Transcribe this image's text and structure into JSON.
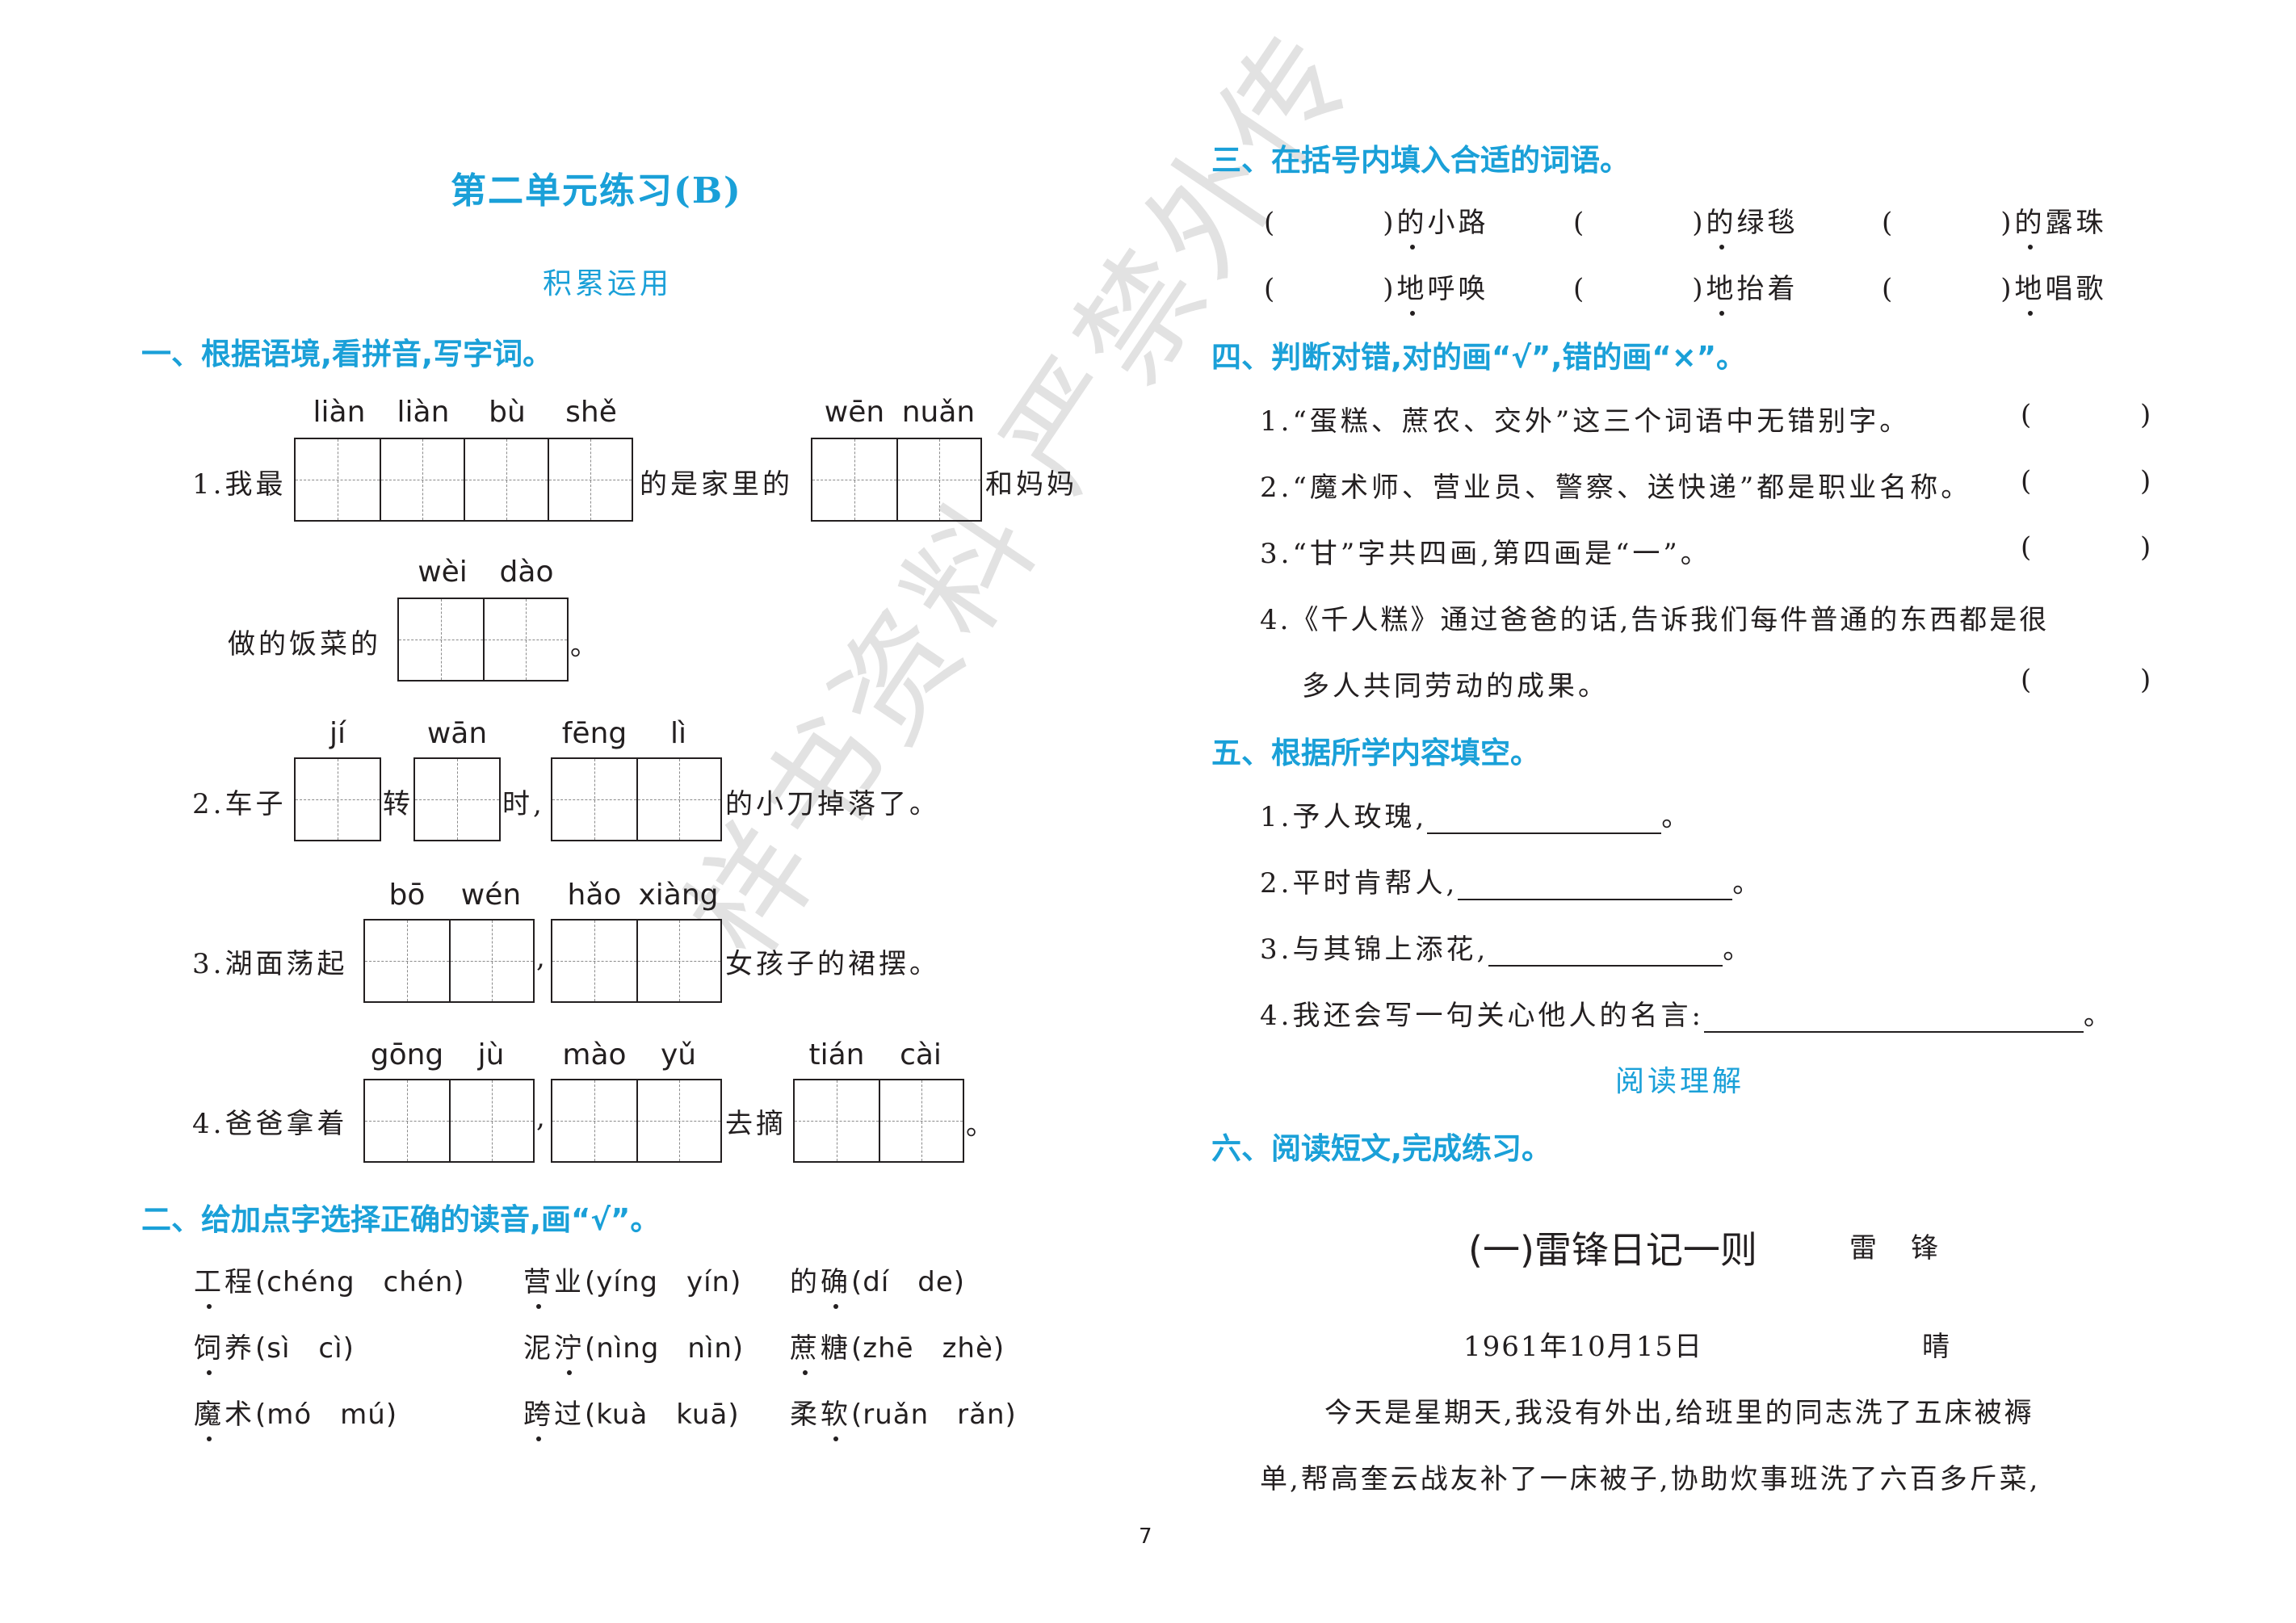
{
  "page_title": "第二单元练习(B)",
  "subhead_1": "积累运用",
  "subhead_2": "阅读理解",
  "watermark": "样书资料 严禁外传",
  "page_number": "7",
  "q1": {
    "heading": "一、根据语境,看拼音,写字词。",
    "s1_prefix": "1.我最",
    "s1_py1": [
      "liàn",
      "liàn",
      "bù",
      "shě"
    ],
    "s1_mid": "的是家里的",
    "s1_py2": [
      "wēn",
      "nuǎn"
    ],
    "s1_suffix": "和妈妈",
    "s1b_prefix": "做的饭菜的",
    "s1b_py": [
      "wèi",
      "dào"
    ],
    "s1b_suffix": "。",
    "s2_prefix": "2.车子",
    "s2_py1": "jí",
    "s2_mid1": "转",
    "s2_py2": "wān",
    "s2_mid2": "时,",
    "s2_py3": [
      "fēng",
      "lì"
    ],
    "s2_suffix": "的小刀掉落了。",
    "s3_prefix": "3.湖面荡起",
    "s3_py1": [
      "bō",
      "wén"
    ],
    "s3_mid": ",",
    "s3_py2": [
      "hǎo",
      "xiàng"
    ],
    "s3_suffix": "女孩子的裙摆。",
    "s4_prefix": "4.爸爸拿着",
    "s4_py1": [
      "gōng",
      "jù"
    ],
    "s4_mid1": ",",
    "s4_py2": [
      "mào",
      "yǔ"
    ],
    "s4_mid2": "去摘",
    "s4_py3": [
      "tián",
      "cài"
    ],
    "s4_suffix": "。"
  },
  "q2": {
    "heading": "二、给加点字选择正确的读音,画“√”。",
    "items": [
      {
        "pre": "",
        "dot": "工",
        "post": "程",
        "py": "(chéng　chén)"
      },
      {
        "pre": "",
        "dot": "营",
        "post": "业",
        "py": "(yíng　yín)"
      },
      {
        "pre": "的",
        "dot": "确",
        "post": "",
        "py": "(dí　de)"
      },
      {
        "pre": "",
        "dot": "饲",
        "post": "养",
        "py": "(sì　cì)"
      },
      {
        "pre": "泥",
        "dot": "泞",
        "post": "",
        "py": "(nìng　nìn)"
      },
      {
        "pre": "",
        "dot": "蔗",
        "post": "糖",
        "py": "(zhē　zhè)"
      },
      {
        "pre": "",
        "dot": "魔",
        "post": "术",
        "py": "(mó　mú)"
      },
      {
        "pre": "",
        "dot": "跨",
        "post": "过",
        "py": "(kuà　kuā)"
      },
      {
        "pre": "柔",
        "dot": "软",
        "post": "",
        "py": "(ruǎn　rǎn)"
      }
    ]
  },
  "q3": {
    "heading": "三、在括号内填入合适的词语。",
    "row1": [
      [
        "的",
        "小路"
      ],
      [
        "的",
        "绿毯"
      ],
      [
        "的",
        "露珠"
      ]
    ],
    "row2": [
      [
        "地",
        "呼唤"
      ],
      [
        "地",
        "抬着"
      ],
      [
        "地",
        "唱歌"
      ]
    ]
  },
  "q4": {
    "heading": "四、判断对错,对的画“√”,错的画“×”。",
    "items": [
      "1.“蛋糕、蔗农、交外”这三个词语中无错别字。",
      "2.“魔术师、营业员、警察、送快递”都是职业名称。",
      "3.“甘”字共四画,第四画是“一”。"
    ],
    "item4_line1": "4.《千人糕》通过爸爸的话,告诉我们每件普通的东西都是很",
    "item4_line2": "多人共同劳动的成果。",
    "paren_open": "(",
    "paren_close": ")"
  },
  "q5": {
    "heading": "五、根据所学内容填空。",
    "items": [
      "1.予人玫瑰,",
      "2.平时肯帮人,",
      "3.与其锦上添花,",
      "4.我还会写一句关心他人的名言:"
    ],
    "end": "。"
  },
  "q6": {
    "heading": "六、阅读短文,完成练习。",
    "story_title": "(一)雷锋日记一则",
    "author": "雷　锋",
    "date": "1961年10月15日",
    "weather": "晴",
    "line1": "今天是星期天,我没有外出,给班里的同志洗了五床被褥",
    "line2": "单,帮高奎云战友补了一床被子,协助炊事班洗了六百多斤菜,"
  }
}
